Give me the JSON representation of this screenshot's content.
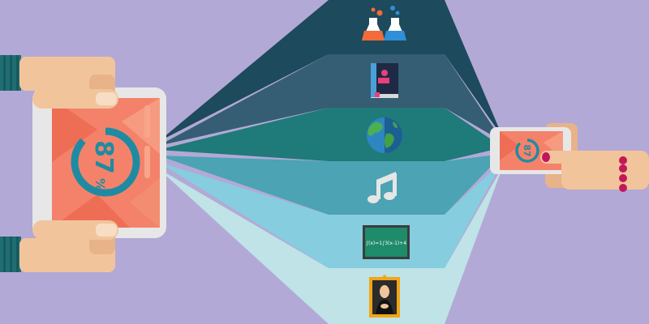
{
  "tablet": {
    "percent_value": "87",
    "percent_sign": "%"
  },
  "phone": {
    "percent_value": "87"
  },
  "board": {
    "formula": "∫(x)=1∫3(x-1)+4"
  },
  "colors": {
    "background": "#b3a9d6",
    "band_1": "#1d4a5c",
    "band_2": "#355e74",
    "band_3": "#1f7a7a",
    "band_4": "#4ba3b3",
    "band_5": "#86cde0",
    "band_6": "#bfe3e6",
    "gauge_ring": "#1f8ba3",
    "screen": "#f4826a",
    "skin": "#f2c49b",
    "sleeve": "#1e6e73",
    "bracelet": "#c2185b"
  },
  "icons": [
    "flask-icon",
    "book-icon",
    "globe-icon",
    "music-note-icon",
    "chalkboard-icon",
    "mona-lisa-icon"
  ]
}
